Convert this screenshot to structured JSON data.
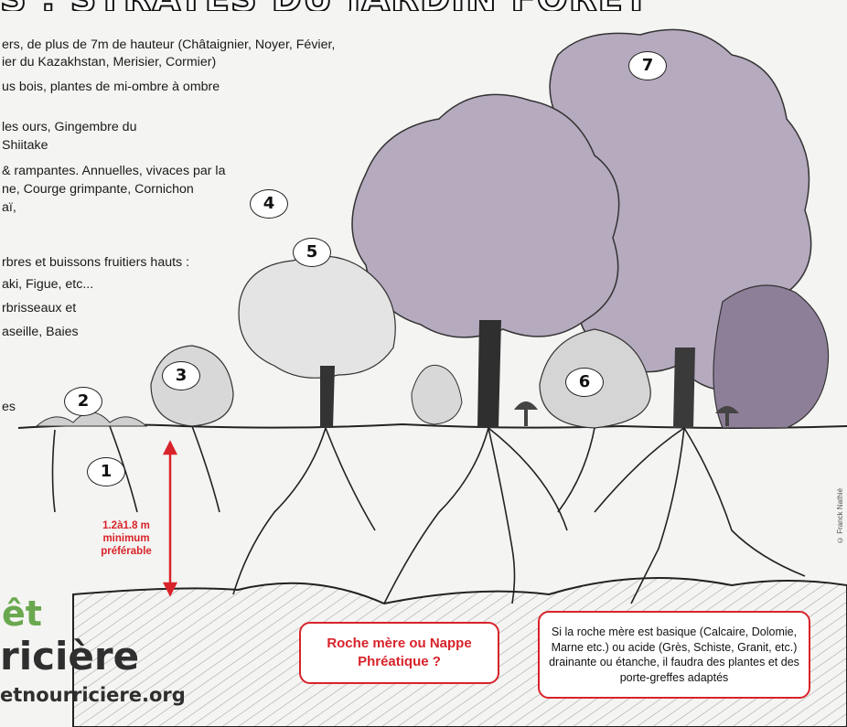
{
  "title": "S : STRATES DU JARDIN FORÊT",
  "description_lines": [
    "ers, de plus de 7m de hauteur (Châtaignier, Noyer, Févier,",
    "ier du Kazakhstan, Merisier, Cormier)",
    "us bois, plantes de mi-ombre à ombre",
    "les ours, Gingembre du",
    "Shiitake",
    "& rampantes. Annuelles, vivaces par la",
    "ne, Courge grimpante, Cornichon",
    "aï,",
    "rbres et buissons fruitiers hauts :",
    "aki, Figue, etc...",
    "rbrisseaux et",
    "aseille, Baies",
    "es"
  ],
  "strata_numbers": [
    "1",
    "2",
    "3",
    "4",
    "5",
    "6",
    "7"
  ],
  "measure": {
    "line1": "1.2à1.8 m",
    "line2": "minimum",
    "line3": "préférable"
  },
  "bedrock_question": "Roche mère ou Nappe Phréatique ?",
  "soil_note": "Si la roche mère est basique (Calcaire, Dolomie, Marne etc.)  ou acide (Grès, Schiste, Granit, etc.) drainante ou étanche, il faudra des plantes et des porte-greffes  adaptés",
  "brand": {
    "line1": "êt",
    "line2": "ricière",
    "url": "etnourriciere.org"
  },
  "credit": "© Franck Nathié",
  "colors": {
    "canopy": "#b6aabf",
    "canopy_dark": "#8e7f99",
    "accent_red": "#d8232a",
    "brand_green": "#6aa84f",
    "ink": "#1a1a1a"
  }
}
